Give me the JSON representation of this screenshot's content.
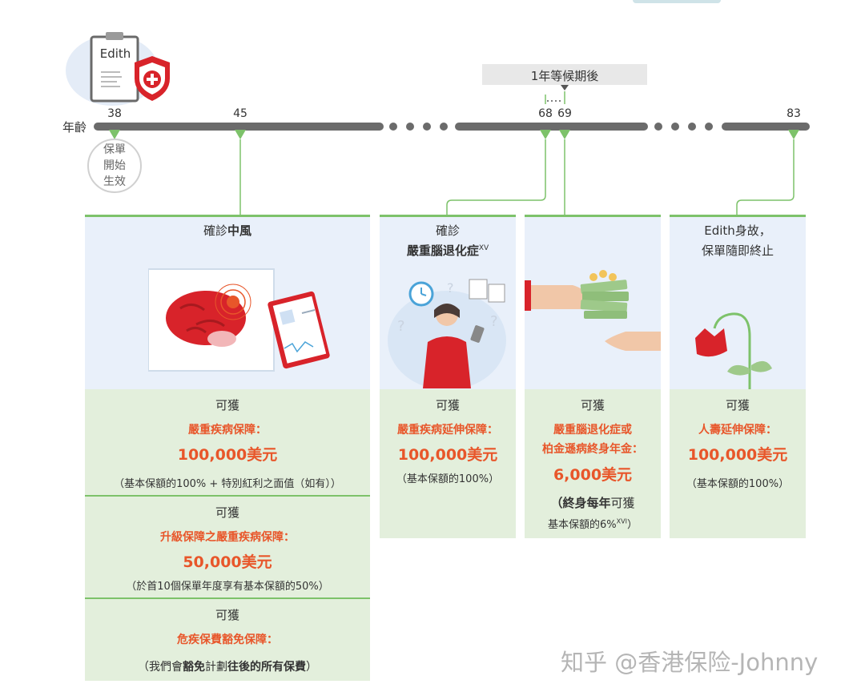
{
  "profile": {
    "name": "Edith"
  },
  "timeline": {
    "axis_label": "年齡",
    "ages": [
      "38",
      "45",
      "68",
      "69",
      "83"
    ],
    "waiting_label": "1年等候期後",
    "policy_start": [
      "保單",
      "開始",
      "生效"
    ]
  },
  "cards": {
    "stroke": {
      "title_prefix": "確診",
      "title_bold": "中風",
      "sections": [
        {
          "heading": "可獲",
          "benefit": "嚴重疾病保障：",
          "amount": "100,000美元",
          "note": "（基本保額的100% + 特別紅利之面值（如有））"
        },
        {
          "heading": "可獲",
          "benefit": "升級保障之嚴重疾病保障：",
          "amount": "50,000美元",
          "note": "（於首10個保單年度享有基本保額的50%）"
        },
        {
          "heading": "可獲",
          "benefit": "危疾保費豁免保障：",
          "note_parts": [
            "（我們會",
            "豁免",
            "計劃",
            "往後的所有保費",
            "）"
          ]
        }
      ]
    },
    "dementia": {
      "title_line1": "確診",
      "title_line2": "嚴重腦退化症",
      "title_sup": "XV",
      "heading": "可獲",
      "benefit": "嚴重疾病延伸保障：",
      "amount": "100,000美元",
      "note": "（基本保額的100%）"
    },
    "annuity": {
      "heading": "可獲",
      "benefit_line1": "嚴重腦退化症或",
      "benefit_line2": "柏金遜病終身年金：",
      "amount": "6,000美元",
      "note_bold": "（終身每年",
      "note_rest": "可獲",
      "note_line2": "基本保額的6%",
      "note_sup": "XVI",
      "note_end": "）"
    },
    "death": {
      "title_line1": "Edith身故，",
      "title_line2": "保單隨即終止",
      "heading": "可獲",
      "benefit": "人壽延伸保障：",
      "amount": "100,000美元",
      "note": "（基本保額的100%）"
    }
  },
  "watermark": "知乎 @香港保险-Johnny",
  "colors": {
    "accent": "#e8562a",
    "green": "#7dc26a",
    "timeline": "#6b6b6b",
    "blue_panel": "#e9f0fa",
    "green_panel": "#e3efdc",
    "red": "#d8232a"
  }
}
